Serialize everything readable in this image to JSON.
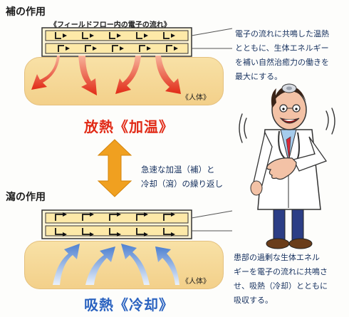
{
  "top": {
    "section_title": "補の作用",
    "caption": "《フィールドフロー内の電子の流れ》",
    "side_text": [
      "電子の流れに共鳴した温熱",
      "とともに、生体エネルギー",
      "を補い自然治癒力の働きを",
      "最大にする。"
    ],
    "body_label": "《人体》",
    "effect_label": "放熱《加温》"
  },
  "middle": {
    "text": [
      "急速な加温（補）と",
      "冷却（瀉）の繰り返し"
    ]
  },
  "bottom": {
    "section_title": "瀉の作用",
    "side_text": [
      "患部の過剰な生体エネル",
      "ギーを電子の流れに共鳴さ",
      "せ、吸熱（冷却）とともに",
      "吸収する。"
    ],
    "body_label": "《人体》",
    "effect_label": "吸熱《冷却》"
  },
  "colors": {
    "heat_red": "#e12a16",
    "cool_blue": "#2b63c0",
    "body_fill": "#f6d898",
    "swap_arrow": "#f0a020",
    "text_navy": "#15305e"
  },
  "icons": [
    "heat-arrow-icon",
    "cool-arrow-icon",
    "swap-arrow-icon",
    "doctor-illustration"
  ]
}
